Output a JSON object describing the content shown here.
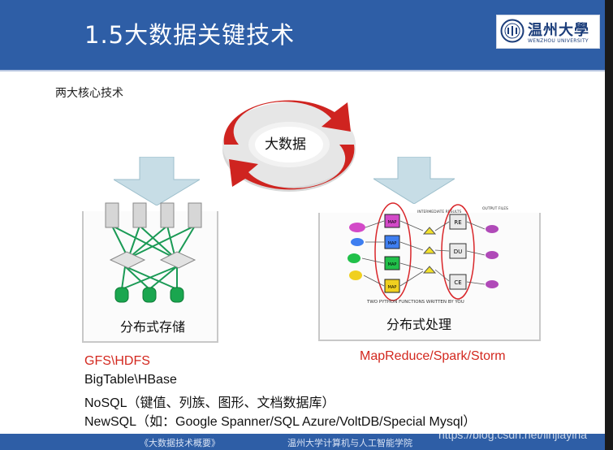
{
  "slide": {
    "title": "1.5大数据关键技术",
    "subtitle": "两大核心技术",
    "logo": {
      "name_cn": "温州大學",
      "name_en": "WENZHOU UNIVERSITY"
    },
    "center_label": "大数据",
    "left_panel": {
      "caption": "分布式存储",
      "tech_red": "GFS\\HDFS"
    },
    "right_panel": {
      "caption": "分布式处理",
      "tech_red": "MapReduce/Spark/Storm",
      "diagram": {
        "map_boxes": [
          "MAP",
          "MAP",
          "MAP",
          "MAP"
        ],
        "reduce_boxes": [
          "RE",
          "DU",
          "CE"
        ],
        "note_intermediate": "INTERMEDIATE RESULTS",
        "note_output": "OUTPUT FILES",
        "note_bottom": "TWO PYTHON FUNCTIONS WRITTEN BY YOU"
      }
    },
    "lines": [
      "BigTable\\HBase",
      "NoSQL（键值、列族、图形、文档数据库）",
      "NewSQL（如：Google Spanner/SQL Azure/VoltDB/Special Mysql）"
    ],
    "footer": {
      "left": "《大数据技术概要》",
      "right": "温州大学计算机与人工智能学院"
    },
    "watermark": "https://blog.csdn.net/linjiayina",
    "colors": {
      "header": "#2e5ea6",
      "accent_red": "#d3281f",
      "arrow": "#c7dde6",
      "server_green": "#1a9a55"
    }
  }
}
